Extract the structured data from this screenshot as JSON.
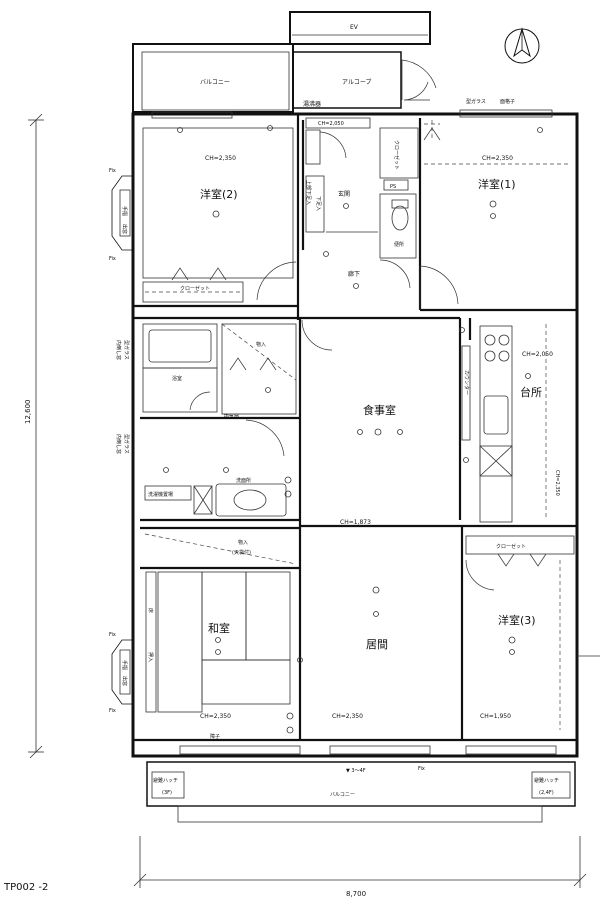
{
  "rooms": {
    "western2": "洋室(2)",
    "western1": "洋室(1)",
    "western3": "洋室(3)",
    "dining": "食事室",
    "kitchen": "台所",
    "living": "居間",
    "japanese": "和室",
    "bath": "浴室",
    "washroom": "洗面所",
    "entrance": "玄関",
    "hallway": "廊下",
    "toilet": "便所"
  },
  "labels": {
    "ev": "EV",
    "balcony_top": "バルコニー",
    "alcove": "アルコーブ",
    "water_heater": "湯沸器",
    "frosted_glass": "型ガラス",
    "iron_lattice": "面格子",
    "ch_2050": "CH=2,050",
    "ch_2350_w2": "CH=2,350",
    "ch_2350_w1": "CH=2,350",
    "closet_w2": "クローゼット",
    "closet_top": "クローゼット",
    "closet_w3": "クローゼット",
    "ps": "PS",
    "shoe_box": "下足入",
    "upper_shoe_box": "上部下足入",
    "storage_mid": "物入",
    "storage_j": "物入",
    "with_ceiling": "(天袋付)",
    "inner_window_1": "内倒し窓",
    "inner_window_1b": "型ガラス",
    "inner_window_2": "内倒し窓",
    "inner_window_2b": "型ガラス",
    "counter": "カウンター",
    "washer": "洗濯機置場",
    "ch_1873": "CH=1,873",
    "ch_2350_j": "CH=2,350",
    "ch_2350_l": "CH=2,350",
    "ch_1950_w3": "CH=1,950",
    "ch_2050_k": "CH=2,050",
    "ch_2350_k_vert": "CH=2,350",
    "fix_tl1": "Fix",
    "fix_tl2": "Fix",
    "fix_ml1": "Fix",
    "fix_ml2": "Fix",
    "fix_bottom": "Fix",
    "tesuri_top": "手摺",
    "tesuri_top2": "出窓",
    "tesuri_mid": "手摺",
    "tesuri_mid2": "出窓",
    "toko": "床",
    "oshi": "押入",
    "shoji": "障子",
    "floor_note": "▼ 3～4F",
    "balcony_bottom": "バルコニー",
    "hatch_left_1": "避難ハッチ",
    "hatch_left_2": "(3F)",
    "hatch_right_1": "避難ハッチ",
    "hatch_right_2": "(2,4F)",
    "dim_height": "12,600",
    "dim_width": "8,700",
    "drawing_code": "TP002 -2",
    "fan": "換気扇"
  }
}
